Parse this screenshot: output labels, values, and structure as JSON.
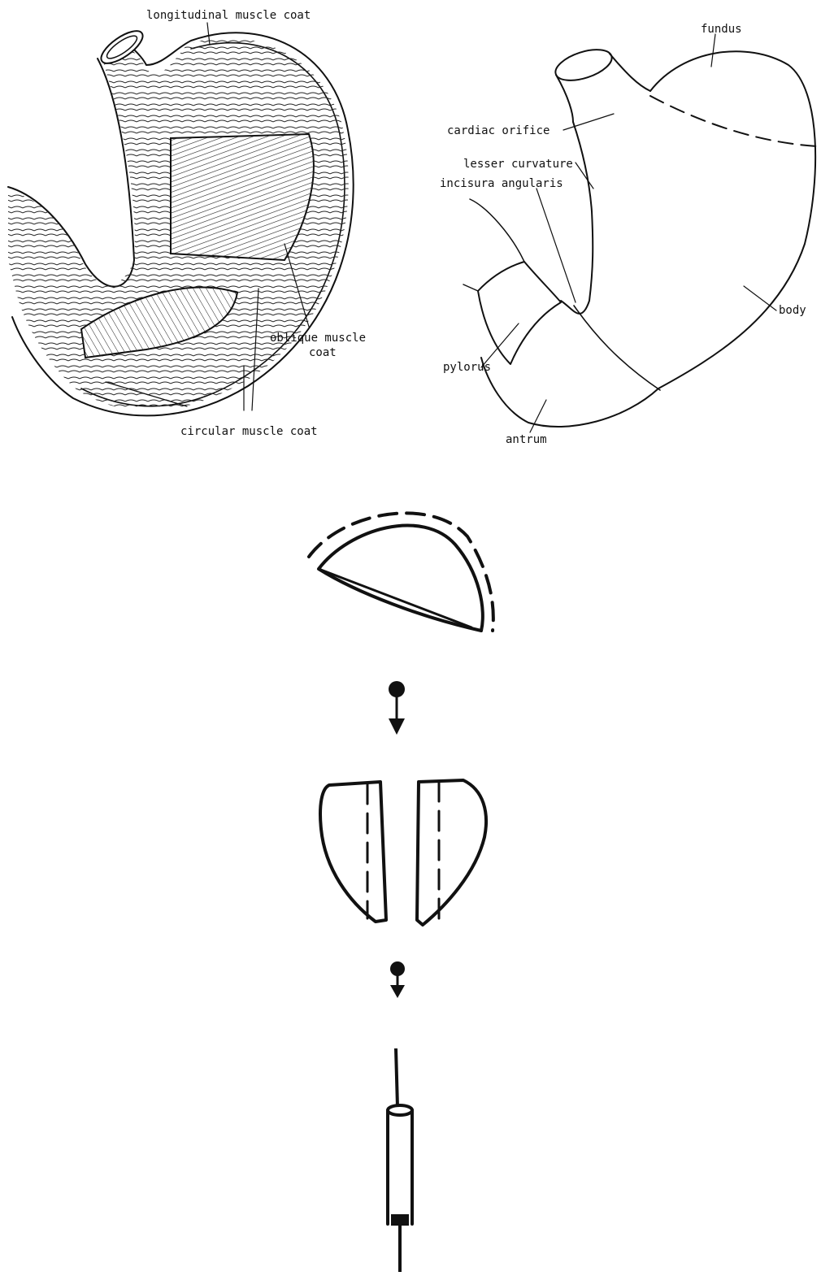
{
  "left_panel": {
    "labels": {
      "longitudinal": "longitudinal muscle coat",
      "oblique_line1": "oblique muscle",
      "oblique_line2": "coat",
      "circular": "circular muscle coat"
    }
  },
  "right_panel": {
    "labels": {
      "fundus": "fundus",
      "cardiac_orifice": "cardiac orifice",
      "lesser_curvature": "lesser curvature",
      "incisura_angularis": "incisura angularis",
      "body": "body",
      "pylorus": "pylorus",
      "antrum": "antrum"
    }
  },
  "colors": {
    "ink": "#111111",
    "background": "#ffffff"
  }
}
